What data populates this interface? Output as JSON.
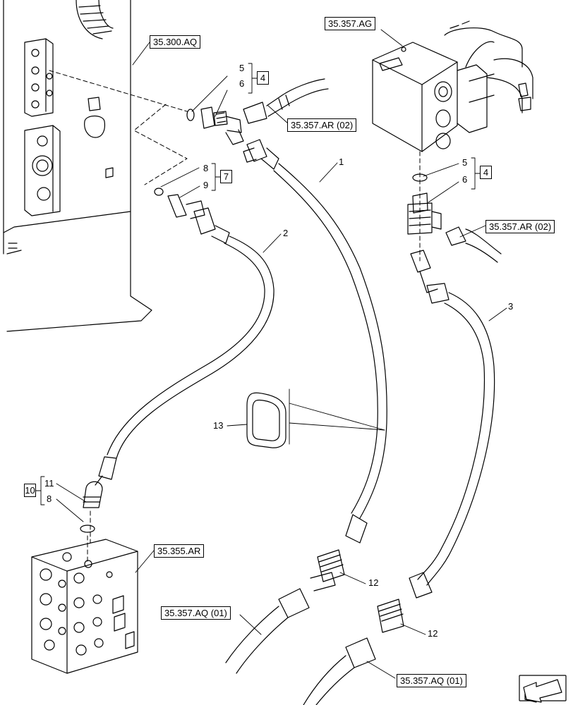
{
  "refs": {
    "r_35300AQ": "35.300.AQ",
    "r_35357AG": "35.357.AG",
    "r_35357AR_a": "35.357.AR (02)",
    "r_35357AR_b": "35.357.AR (02)",
    "r_35355AR": "35.355.AR",
    "r_35357AQ_a": "35.357.AQ (01)",
    "r_35357AQ_b": "35.357.AQ (01)"
  },
  "boxes": {
    "b4a": "4",
    "b7": "7",
    "b4b": "4",
    "b10": "10"
  },
  "callouts": {
    "c5a": "5",
    "c6a": "6",
    "c8a": "8",
    "c9": "9",
    "c1": "1",
    "c2": "2",
    "c5b": "5",
    "c6b": "6",
    "c3": "3",
    "c13": "13",
    "c11": "11",
    "c8b": "8",
    "c12a": "12",
    "c12b": "12"
  },
  "icons": {
    "nav": "arrow-nav-icon"
  }
}
